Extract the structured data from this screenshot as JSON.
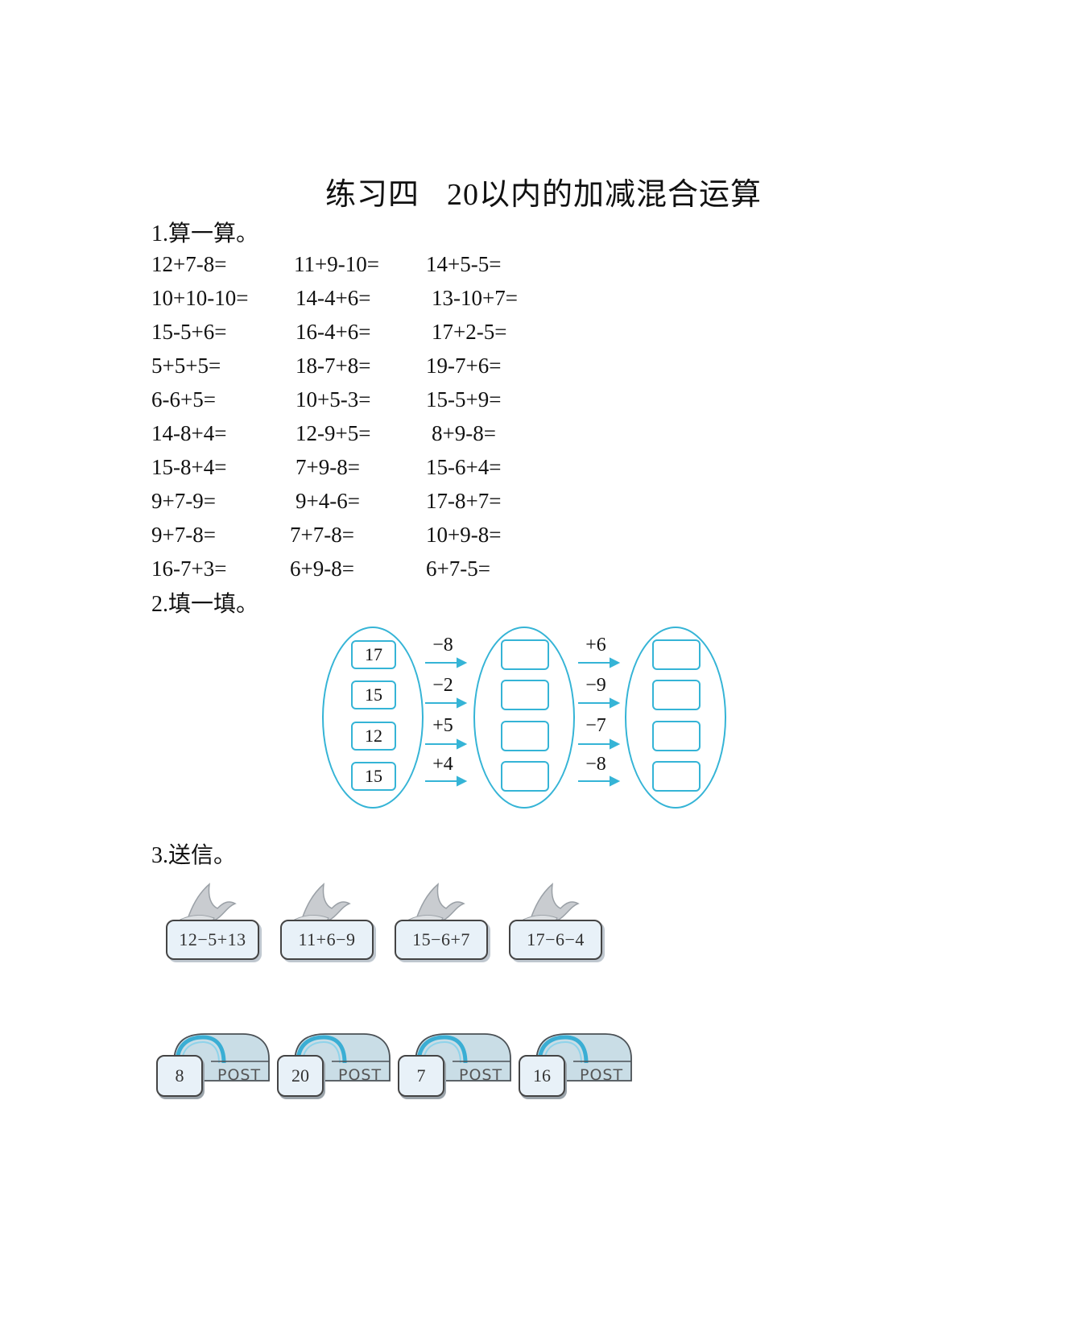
{
  "title": {
    "part1": "练习四",
    "part2": "20以内的加减混合运算"
  },
  "section1": {
    "heading": "1.算一算。",
    "rows": [
      [
        "12+7-8=",
        "11+9-10=",
        "14+5-5="
      ],
      [
        "10+10-10=",
        "14-4+6=",
        "13-10+7="
      ],
      [
        "15-5+6=",
        "16-4+6=",
        "17+2-5="
      ],
      [
        "5+5+5=",
        "18-7+8=",
        "19-7+6="
      ],
      [
        "6-6+5=",
        "10+5-3=",
        "15-5+9="
      ],
      [
        "14-8+4=",
        "12-9+5=",
        "8+9-8="
      ],
      [
        "15-8+4=",
        "7+9-8=",
        "15-6+4="
      ],
      [
        "9+7-9=",
        "9+4-6=",
        "17-8+7="
      ],
      [
        "9+7-8=",
        "7+7-8=",
        "10+9-8="
      ],
      [
        "16-7+3=",
        "6+9-8=",
        "6+7-5="
      ]
    ]
  },
  "section2": {
    "heading": "2.填一填。",
    "start_numbers": [
      "17",
      "15",
      "12",
      "15"
    ],
    "first_ops": [
      "−8",
      "−2",
      "+5",
      "+4"
    ],
    "second_ops": [
      "+6",
      "−9",
      "−7",
      "−8"
    ],
    "accent_color": "#35b4d6"
  },
  "section3": {
    "heading": "3.送信。",
    "letters": [
      "12−5+13",
      "11+6−9",
      "15−6+7",
      "17−6−4"
    ],
    "mailboxes": [
      {
        "number": "8",
        "label": "POST"
      },
      {
        "number": "20",
        "label": "POST"
      },
      {
        "number": "7",
        "label": "POST"
      },
      {
        "number": "16",
        "label": "POST"
      }
    ]
  }
}
